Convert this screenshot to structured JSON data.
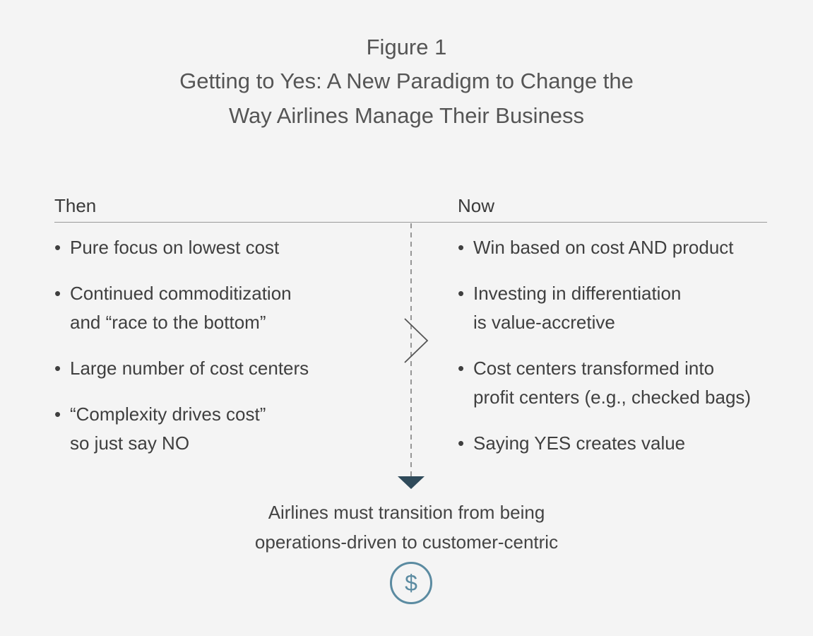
{
  "figure": {
    "label": "Figure 1",
    "title_line1": "Getting to Yes: A New Paradigm to Change the",
    "title_line2": "Way Airlines Manage Their Business"
  },
  "then": {
    "heading": "Then",
    "items": [
      "Pure focus on lowest cost",
      "Continued commoditization\n and “race to the bottom”",
      "Large number of cost centers",
      "“Complexity drives cost”\nso just say NO"
    ]
  },
  "now": {
    "heading": "Now",
    "items": [
      "Win based on cost AND product",
      "Investing in differentiation\n is value-accretive",
      "Cost centers transformed into\n profit centers (e.g., checked bags)",
      "Saying YES creates value"
    ]
  },
  "bullet": "•",
  "conclusion": "Airlines must transition from being\noperations-driven to customer-centric",
  "icons": {
    "transition": "chevron-right-icon",
    "flow": "arrow-down-icon",
    "money": "dollar-icon"
  },
  "colors": {
    "background": "#f4f4f4",
    "text": "#3f3f3f",
    "arrow": "#2f4a5a",
    "dollar": "#5b8ba1"
  },
  "dollar_symbol": "$"
}
